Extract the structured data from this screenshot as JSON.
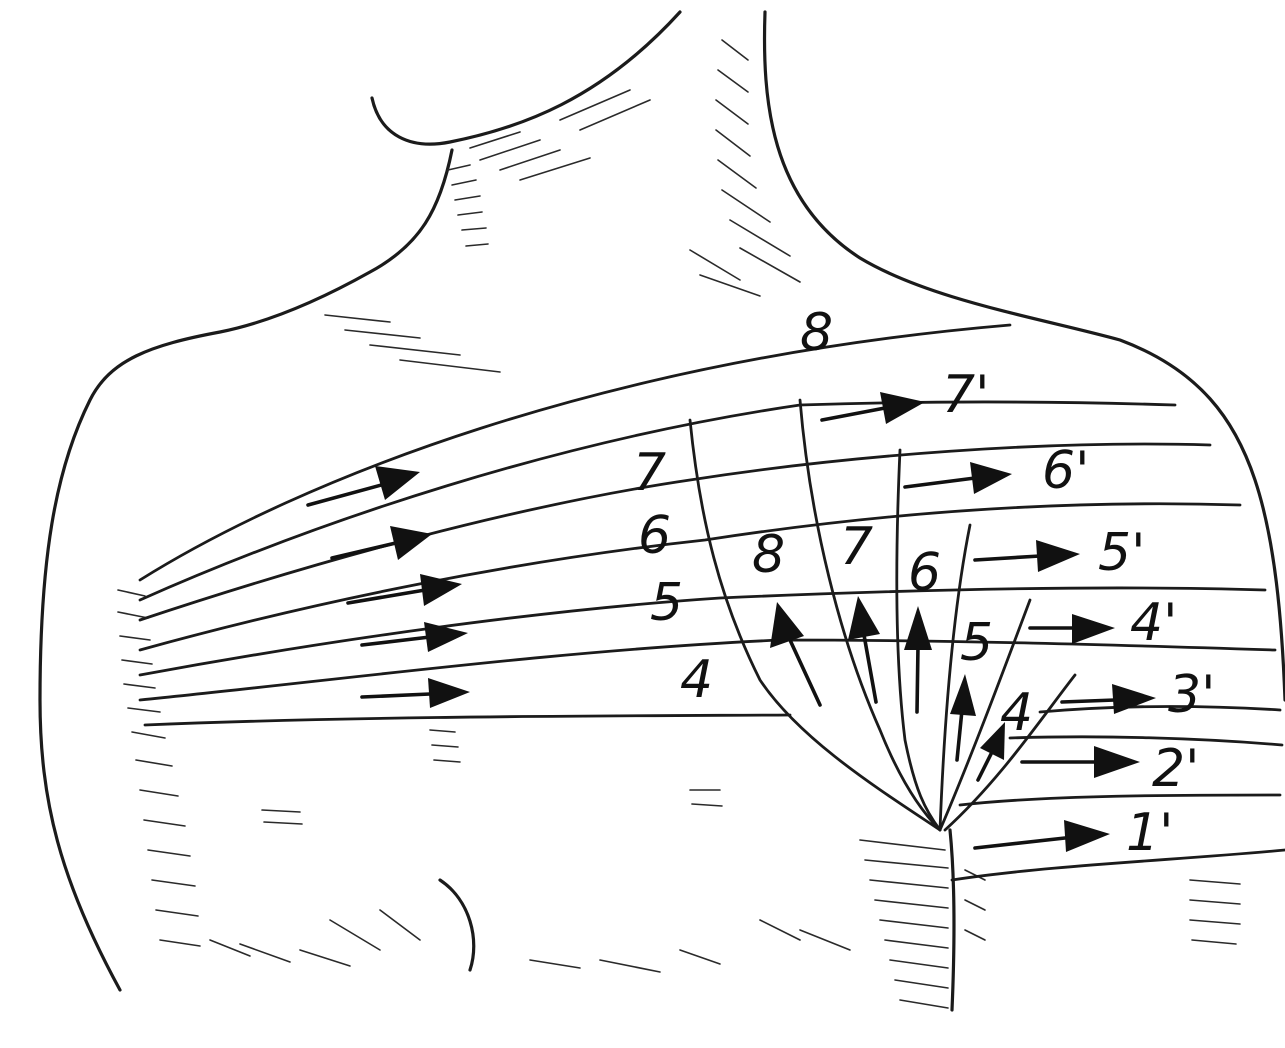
{
  "labels": {
    "band8_top": "8",
    "turn_7": "7",
    "turn_6": "6",
    "turn_5": "5",
    "turn_4": "4",
    "ascend_8": "8",
    "ascend_7": "7",
    "ascend_6": "6",
    "ascend_5": "5",
    "ascend_4": "4",
    "right_7p": "7'",
    "right_6p": "6'",
    "right_5p": "5'",
    "right_4p": "4'",
    "right_3p": "3'",
    "right_2p": "2'",
    "right_1p": "1'"
  },
  "colors": {
    "ink": "#1b1b1b",
    "paper": "#ffffff"
  }
}
